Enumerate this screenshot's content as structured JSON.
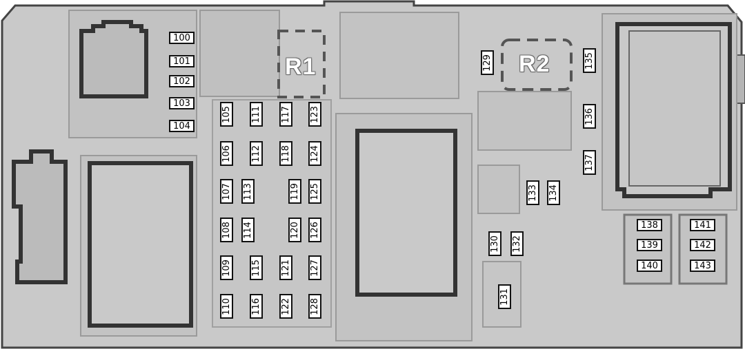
{
  "relays": [
    {
      "id": "r1",
      "label": "R1"
    },
    {
      "id": "r2",
      "label": "R2"
    }
  ],
  "fuses": [
    {
      "label": "100"
    },
    {
      "label": "101"
    },
    {
      "label": "102"
    },
    {
      "label": "103"
    },
    {
      "label": "104"
    },
    {
      "label": "105"
    },
    {
      "label": "106"
    },
    {
      "label": "107"
    },
    {
      "label": "108"
    },
    {
      "label": "109"
    },
    {
      "label": "110"
    },
    {
      "label": "111"
    },
    {
      "label": "112"
    },
    {
      "label": "113"
    },
    {
      "label": "114"
    },
    {
      "label": "115"
    },
    {
      "label": "116"
    },
    {
      "label": "117"
    },
    {
      "label": "118"
    },
    {
      "label": "119"
    },
    {
      "label": "120"
    },
    {
      "label": "121"
    },
    {
      "label": "122"
    },
    {
      "label": "123"
    },
    {
      "label": "124"
    },
    {
      "label": "125"
    },
    {
      "label": "126"
    },
    {
      "label": "127"
    },
    {
      "label": "128"
    },
    {
      "label": "129"
    },
    {
      "label": "130"
    },
    {
      "label": "131"
    },
    {
      "label": "132"
    },
    {
      "label": "133"
    },
    {
      "label": "134"
    },
    {
      "label": "135"
    },
    {
      "label": "136"
    },
    {
      "label": "137"
    },
    {
      "label": "138"
    },
    {
      "label": "139"
    },
    {
      "label": "140"
    },
    {
      "label": "141"
    },
    {
      "label": "142"
    },
    {
      "label": "143"
    }
  ]
}
